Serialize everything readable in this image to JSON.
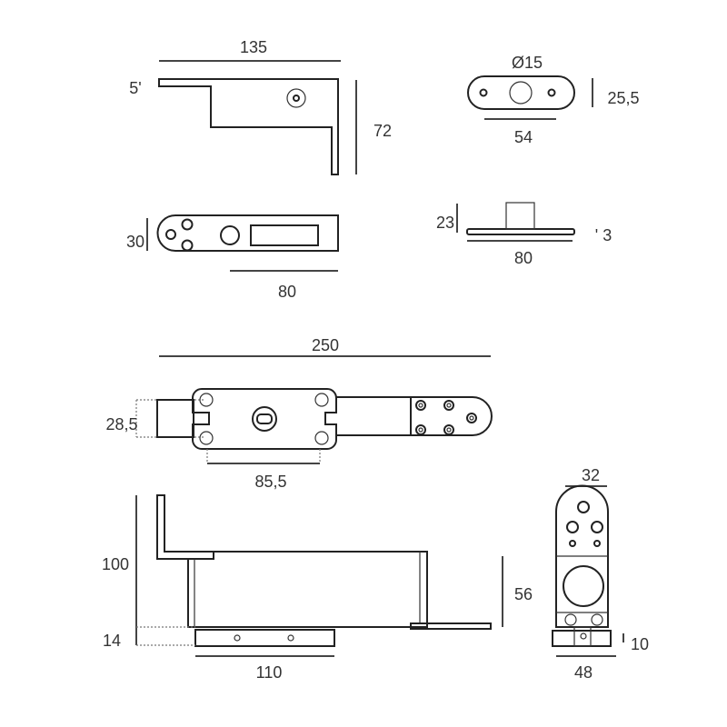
{
  "drawing": {
    "top_bracket_side": {
      "width": "135",
      "thickness": "5'",
      "height": "72"
    },
    "top_bracket_plan": {
      "width": "30",
      "length": "80"
    },
    "top_plate_plan": {
      "diameter": "Ø15",
      "width": "25,5",
      "length": "54"
    },
    "top_plate_side": {
      "height": "23",
      "thickness": "' 3",
      "length": "80"
    },
    "arm_plan": {
      "length": "250",
      "width": "28,5",
      "hole_spacing": "85,5"
    },
    "bottom_side": {
      "height": "100",
      "base_height": "14",
      "body_height": "56",
      "base_length": "110"
    },
    "bottom_end": {
      "width": "32",
      "base_height": "10",
      "base_width": "48"
    }
  }
}
